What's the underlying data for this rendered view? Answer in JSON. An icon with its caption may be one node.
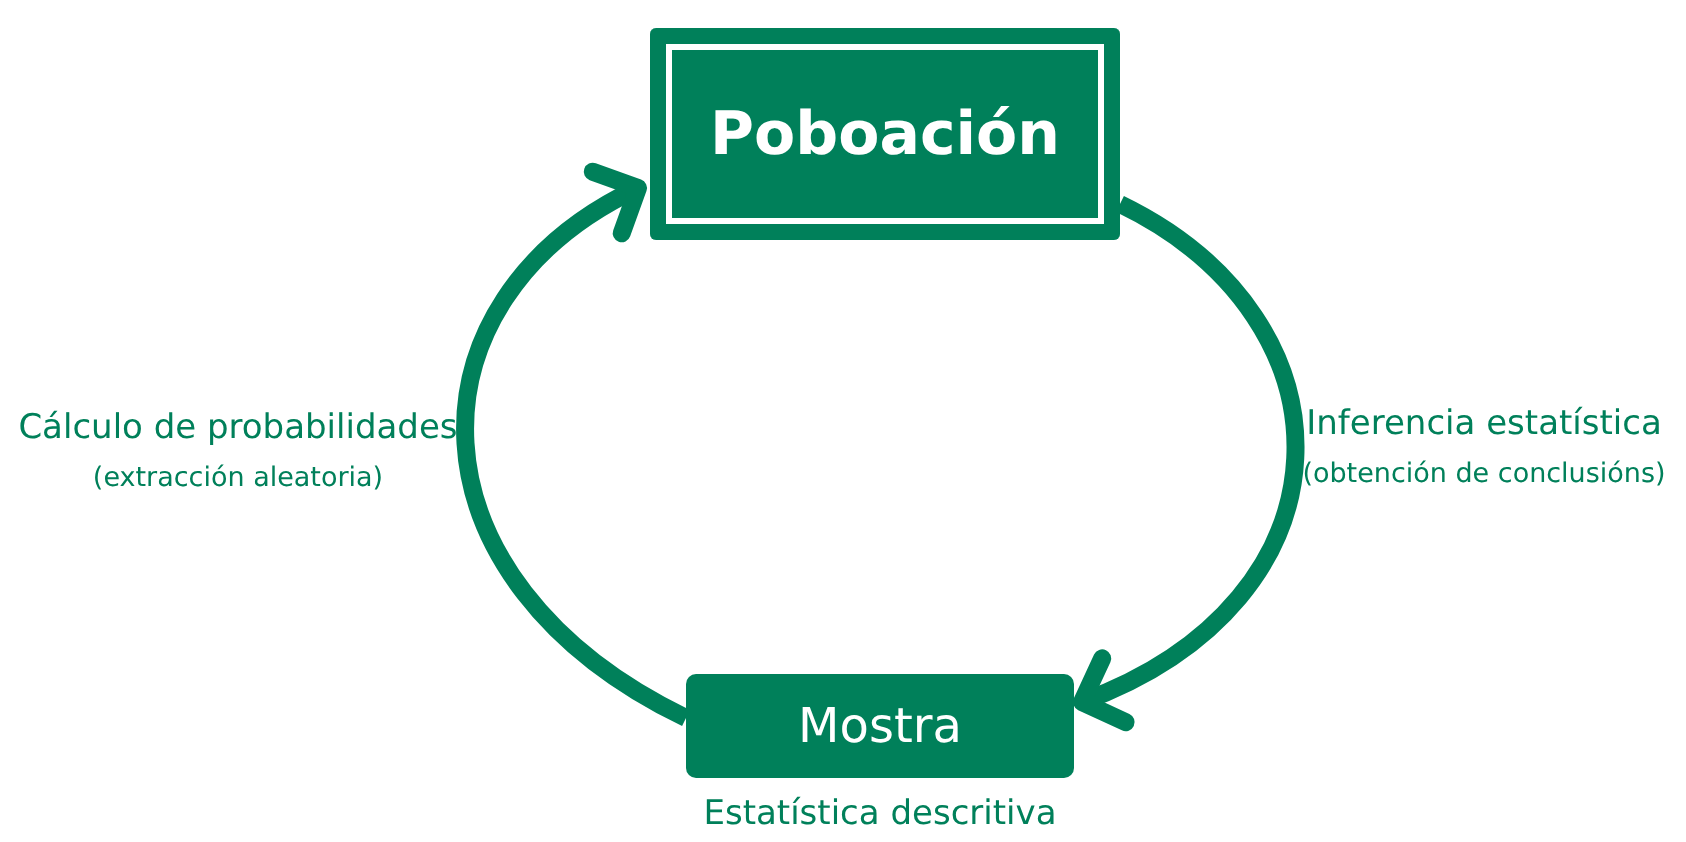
{
  "diagram": {
    "nodes": [
      {
        "text": [
          "Poboación"
        ]
      },
      {
        "text": [
          "Mostra"
        ],
        "beside": [
          "Estatística descritiva"
        ]
      }
    ],
    "edges": [
      {
        "from": 0,
        "to": 1,
        "arrow": "to"
      },
      {
        "from": 1,
        "to": 0,
        "arrow": "to"
      }
    ],
    "labels": [
      "Cálculo de probabilidades",
      "(extracción aleatoria)",
      "Inferencia estatística",
      "(obtención de conclusións)"
    ]
  }
}
